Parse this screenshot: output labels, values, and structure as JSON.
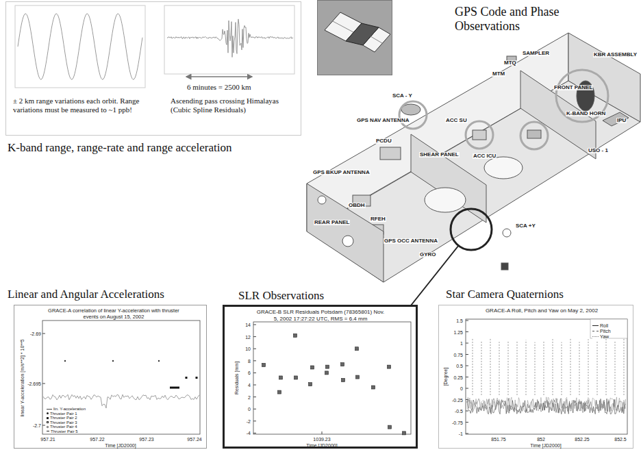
{
  "diagram": {
    "nodes": [
      {
        "text": [
          "6 minutes = 2500 km",
          "± 2 km range variations each orbit. Range variations must be measured to ~1 ppb!",
          "Ascending pass crossing Himalayas (Cubic Spline Residuals)",
          "K-band range, range-rate and range acceleration"
        ]
      },
      {
        "text": [
          "GPS Code and Phase Observations"
        ]
      },
      {
        "text": [
          "Linear and Angular Accelerations",
          "GRACE-A correlation of linear Y-acceleration with thruster events on August 15, 2002"
        ]
      },
      {
        "text": [
          "SLR Observations",
          "GRACE-B SLR Residuals Potsdam (78365801) Nov. 5, 2002 17:27:22 UTC, RMS = 6.4 mm"
        ]
      },
      {
        "text": [
          "Star Camera Quaternions",
          "GRACE-A Roll, Pitch and Yaw on May 2, 2002"
        ]
      }
    ],
    "labels": [
      "SCA - Y",
      "GPS NAV ANTENNA",
      "PCDU",
      "SHEAR PANEL",
      "GPS BKUP ANTENNA",
      "OBDH",
      "REAR PANEL",
      "GPS OCC ANTENNA",
      "RFEH",
      "ACC SU",
      "ACC ICU",
      "SAMPLER",
      "MTQ",
      "MTM",
      "KBR ASSEMBLY",
      "FRONT PANEL",
      "K-BAND HORN",
      "IPU",
      "USO - 1",
      "SCA +Y",
      "GYRO",
      "-2.69",
      "-2.695",
      "-2.7",
      "957.21",
      "957.22",
      "957.23",
      "957.24",
      "Time [JD2000]",
      "linear Y-acceleration [m/s**2] * 10**5",
      "14",
      "12",
      "10",
      "8",
      "6",
      "4",
      "2",
      "0",
      "-2",
      "-4",
      "1039.23",
      "Time [JD2000]",
      "Residuals [mm]",
      "1.5",
      "1.25",
      "1",
      "0.75",
      "0.5",
      "0.25",
      "0",
      "-0.25",
      "-0.5",
      "-0.75",
      "-1",
      "851.75",
      "852",
      "852.25",
      "852.5",
      "Time [JD2000]",
      "[Degree]"
    ],
    "legend": [
      {
        "text": "lin. Y-acceleration"
      },
      {
        "text": "Thruster Pair 1"
      },
      {
        "text": "Thruster Pair 2"
      },
      {
        "text": "Thruster Pair 3"
      },
      {
        "text": "Thruster Pair 4"
      },
      {
        "text": "Thruster Pair 5"
      },
      {
        "text": "Roll"
      },
      {
        "text": "Pitch"
      },
      {
        "text": "Yaw"
      }
    ]
  }
}
